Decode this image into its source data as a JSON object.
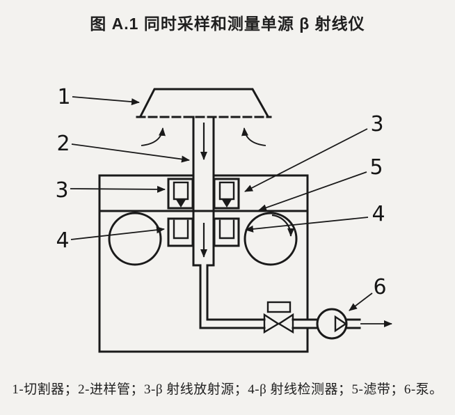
{
  "figure": {
    "title": "图 A.1  同时采样和测量单源 β 射线仪",
    "caption": "1-切割器；2-进样管；3-β 射线放射源；4-β 射线检测器；5-滤带；6-泵。"
  },
  "diagram": {
    "labels": {
      "n1": "1",
      "n2": "2",
      "n3": "3",
      "n4": "4",
      "n5": "5",
      "n6": "6"
    },
    "legend": [
      {
        "number": "1",
        "name": "切割器"
      },
      {
        "number": "2",
        "name": "进样管"
      },
      {
        "number": "3",
        "name": "β 射线放射源"
      },
      {
        "number": "4",
        "name": "β 射线检测器"
      },
      {
        "number": "5",
        "name": "滤带"
      },
      {
        "number": "6",
        "name": "泵"
      }
    ],
    "colors": {
      "line": "#1a1a1a",
      "background": "#f3f2ef"
    }
  }
}
